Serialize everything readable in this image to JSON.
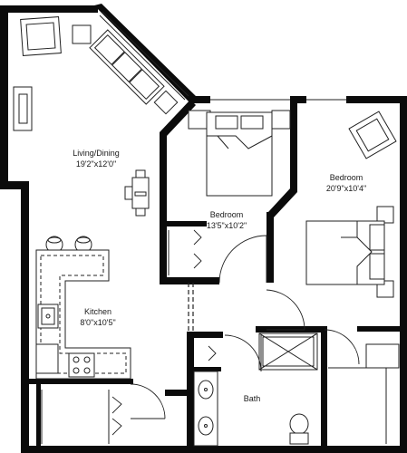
{
  "rooms": {
    "living": {
      "name": "Living/Dining",
      "size": "19'2\"x12'0\""
    },
    "bedroom1": {
      "name": "Bedroom",
      "size": "13'5\"x10'2\""
    },
    "bedroom2": {
      "name": "Bedroom",
      "size": "20'9\"x10'4\""
    },
    "kitchen": {
      "name": "Kitchen",
      "size": "8'0\"x10'5\""
    },
    "bath": {
      "name": "Bath"
    }
  }
}
